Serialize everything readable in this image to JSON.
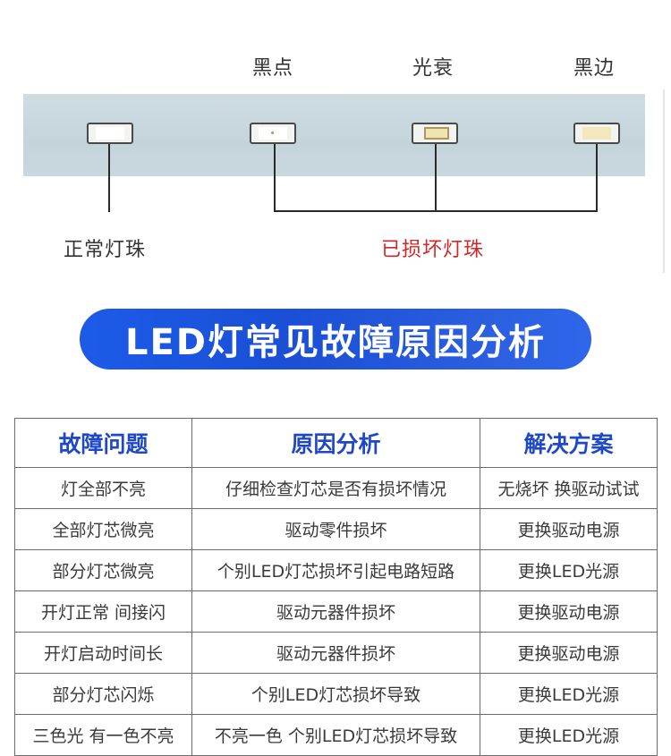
{
  "diagram": {
    "labels": {
      "black_spot": "黑点",
      "light_decay": "光衰",
      "black_edge": "黑边",
      "normal_bead": "正常灯珠",
      "damaged_bead": "已损坏灯珠"
    },
    "colors": {
      "damaged_label": "#d2262a",
      "strip": "#c8d7dd"
    }
  },
  "banner": {
    "title": "LED灯常见故障原因分析",
    "color": "#1c5be8"
  },
  "table": {
    "headers": [
      "故障问题",
      "原因分析",
      "解决方案"
    ],
    "rows": [
      [
        "灯全部不亮",
        "仔细检查灯芯是否有损坏情况",
        "无烧坏 换驱动试试"
      ],
      [
        "全部灯芯微亮",
        "驱动零件损坏",
        "更换驱动电源"
      ],
      [
        "部分灯芯微亮",
        "个别LED灯芯损坏引起电路短路",
        "更换LED光源"
      ],
      [
        "开灯正常 间接闪",
        "驱动元器件损坏",
        "更换驱动电源"
      ],
      [
        "开灯启动时间长",
        "驱动元器件损坏",
        "更换驱动电源"
      ],
      [
        "部分灯芯闪烁",
        "个别LED灯芯损坏导致",
        "更换LED光源"
      ],
      [
        "三色光 有一色不亮",
        "不亮一色 个别LED灯芯损坏导致",
        "更换LED光源"
      ]
    ],
    "header_color": "#1f48c8"
  }
}
